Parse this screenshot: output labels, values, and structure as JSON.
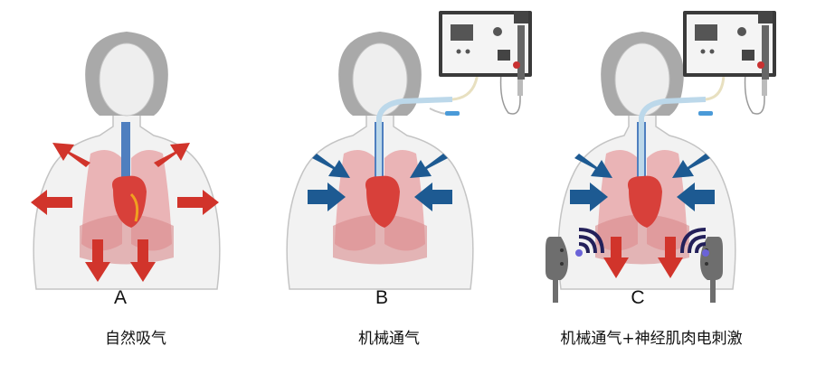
{
  "panels": [
    {
      "id": "A",
      "letter": "A",
      "caption": "自然吸气",
      "arrow_color": "#d1342b",
      "arrow_direction": "outward",
      "has_ventilator": false,
      "has_stimulator": false
    },
    {
      "id": "B",
      "letter": "B",
      "caption": "机械通气",
      "arrow_color": "#1d5a92",
      "arrow_direction": "inward",
      "has_ventilator": true,
      "has_stimulator": false
    },
    {
      "id": "C",
      "letter": "C",
      "caption": "机械通气+神经肌肉电刺激",
      "arrow_color": "#1d5a92",
      "diaphragm_arrow_color": "#d1342b",
      "arrow_direction": "inward",
      "has_ventilator": true,
      "has_stimulator": true,
      "signal_color": "#23205a",
      "electrode_dot_color": "#6b63d8"
    }
  ],
  "colors": {
    "skin": "#efefef",
    "outline": "#bdbdbd",
    "hair": "#a9a9a9",
    "lung": "#e9a9ab",
    "diaphragm": "#d88a8c",
    "trachea": "#4f7fbf",
    "heart": "#d8403a",
    "ventilator_frame": "#3a3a3a"
  }
}
